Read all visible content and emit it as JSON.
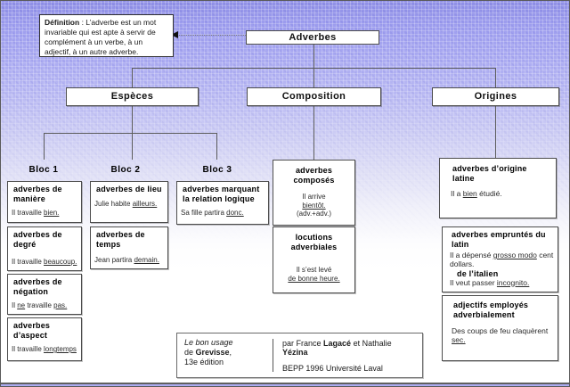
{
  "root": {
    "title": "Adverbes"
  },
  "definition": {
    "label": "Définition",
    "text": " : L’adverbe est un mot invariable qui est apte à servir de complément à un verbe, à un adjectif, à un autre adverbe."
  },
  "level2": {
    "especes": "Espèces",
    "composition": "Composition",
    "origines": "Origines"
  },
  "blocs": {
    "b1": "Bloc 1",
    "b2": "Bloc 2",
    "b3": "Bloc 3"
  },
  "boxes": {
    "maniere": {
      "title": "adverbes de manière",
      "pre": "Il travaille ",
      "u": "bien."
    },
    "degre": {
      "title": "adverbes de degré",
      "pre": "Il travaille ",
      "u": "beaucoup."
    },
    "negation": {
      "title": "adverbes de négation",
      "pre": "Il ",
      "u1": "ne",
      "mid": " travaille ",
      "u2": "pas."
    },
    "aspect": {
      "title": "adverbes d’aspect",
      "pre": "Il travaille ",
      "u": "longtemps"
    },
    "lieu": {
      "title": "adverbes de lieu",
      "pre": "Julie habite ",
      "u": "ailleurs."
    },
    "temps": {
      "title": "adverbes de temps",
      "pre": "Jean partira ",
      "u": "demain."
    },
    "logique": {
      "title": "adverbes marquant la relation logique",
      "pre": "Sa fille partira ",
      "u": "donc."
    },
    "composes": {
      "title": "adverbes composés",
      "l1": "Il arrive",
      "u": "bientôt.",
      "l3": "(adv.+adv.)"
    },
    "locutions": {
      "title": "locutions adverbiales",
      "l1": "Il s’est levé",
      "u": "de bonne heure."
    },
    "latine": {
      "title": "adverbes d’origine latine",
      "pre": "Il a ",
      "u": "bien",
      "post": " étudié."
    },
    "empruntes": {
      "title": "adverbes empruntés du latin",
      "pre": "Il a dépensé ",
      "u": "grosso modo",
      "post": " cent dollars.",
      "sub": "de l’italien",
      "pre2": "Il veut passer ",
      "u2": "incognito."
    },
    "adjectifs": {
      "title": "adjectifs employés adverbialement",
      "pre": "Des coups de feu claquèrent ",
      "u": "sec."
    }
  },
  "credits": {
    "source_title": "Le bon usage",
    "source_pre": "de ",
    "source_author": "Grevisse",
    "source_post": ",",
    "source_edition": "13e édition",
    "by_pre": "par France ",
    "by_name1": "Lagacé",
    "by_mid": "  et Nathalie ",
    "by_name2": "Yézina",
    "org": "BEPP  1996  Université Laval"
  }
}
